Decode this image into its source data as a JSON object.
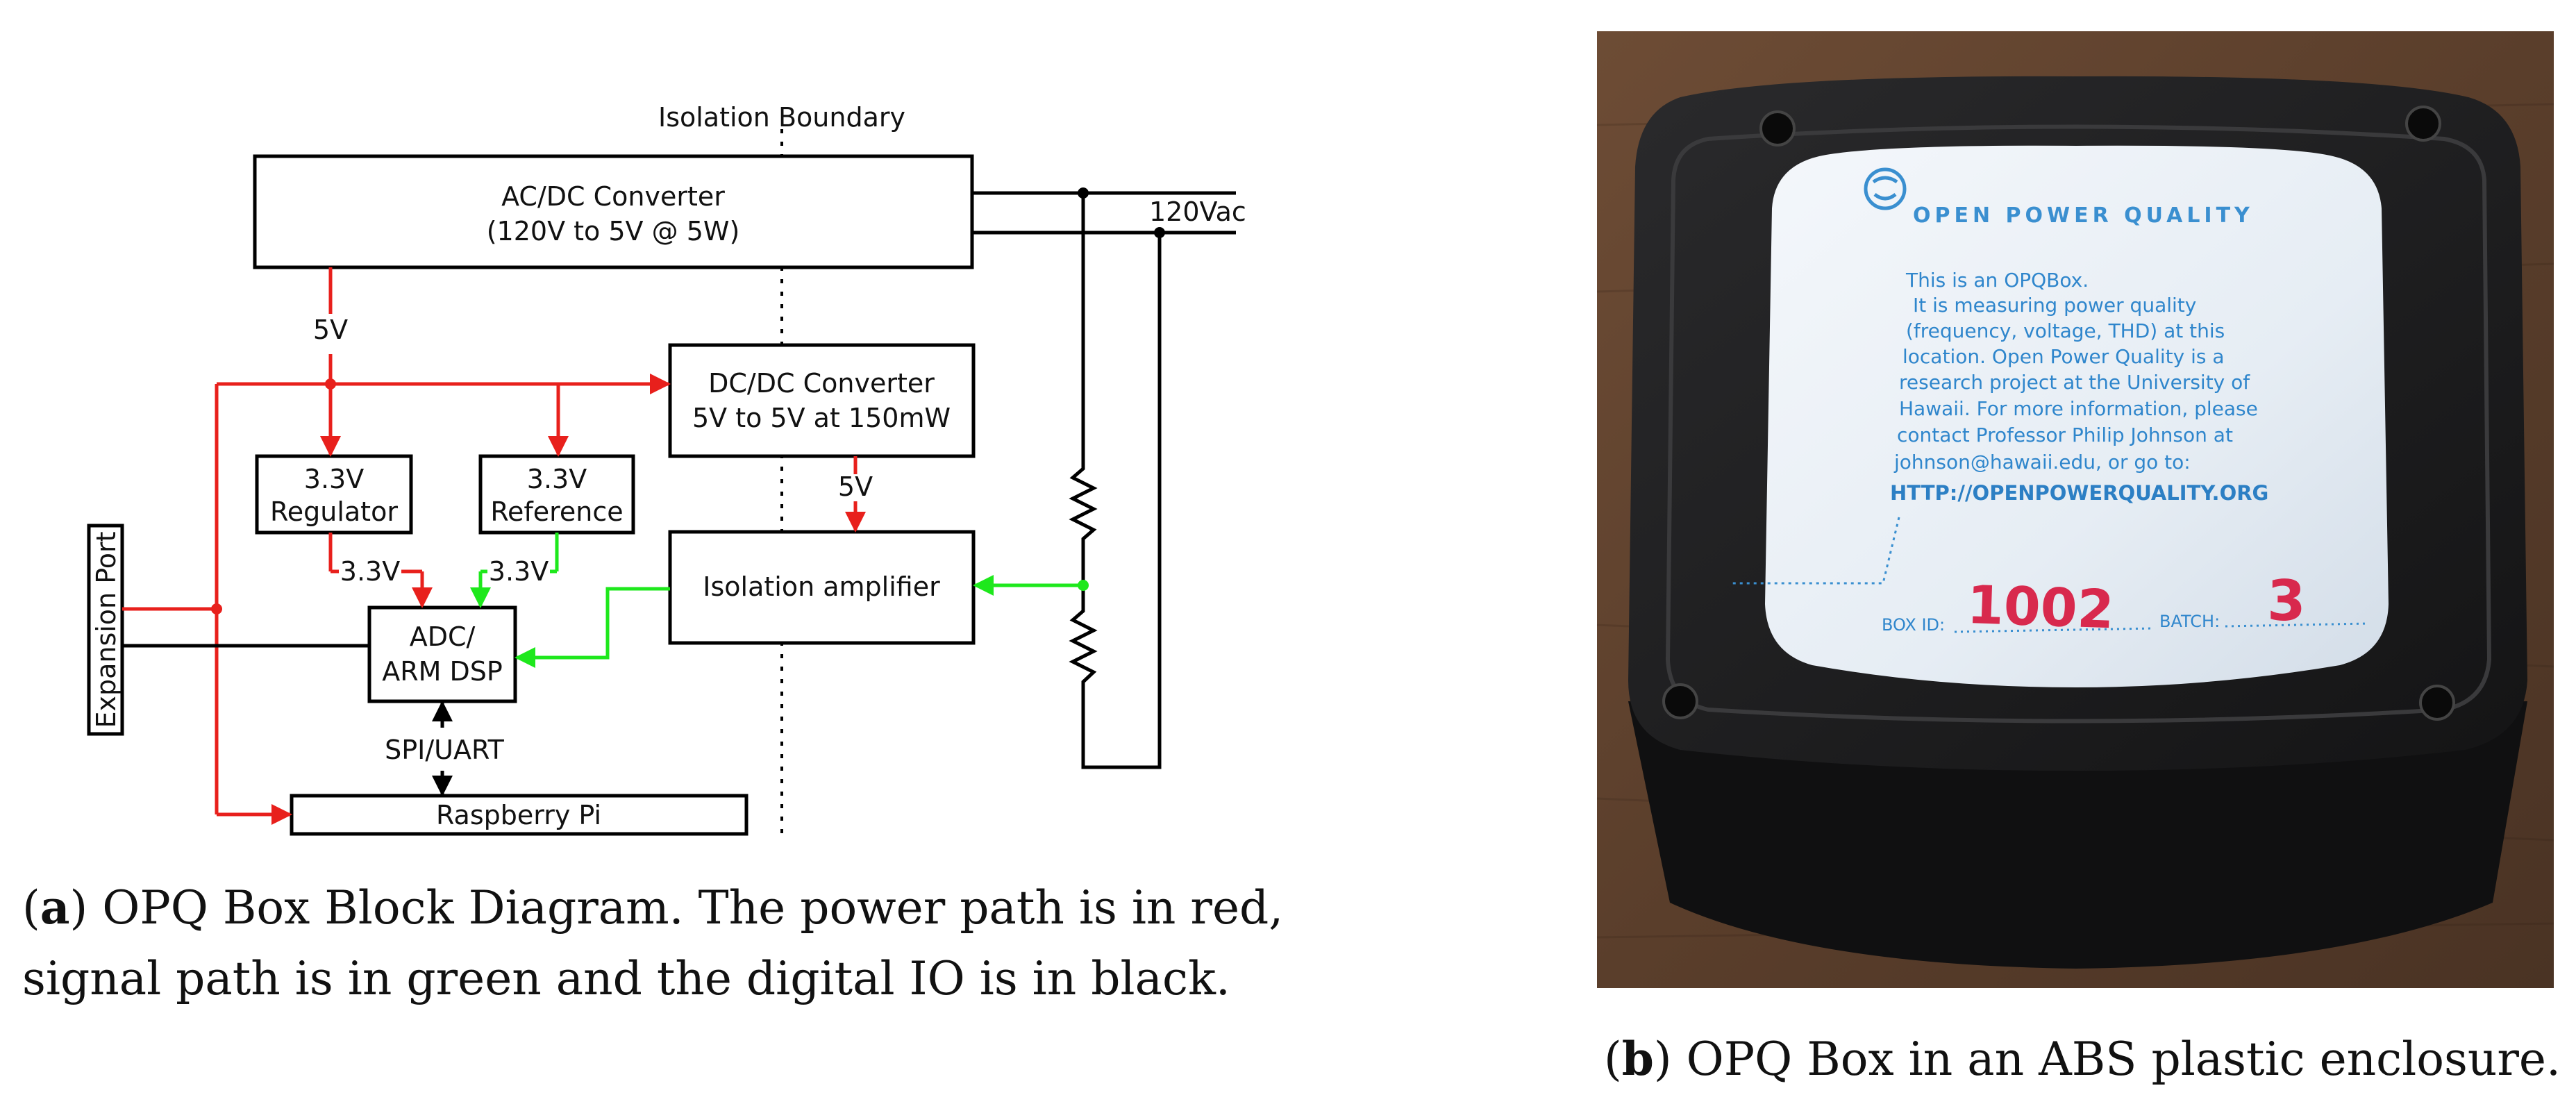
{
  "diagram": {
    "isolation_label": "Isolation Boundary",
    "ac_dc": {
      "line1": "AC/DC Converter",
      "line2": "(120V to 5V @ 5W)"
    },
    "dc_dc": {
      "line1": "DC/DC Converter",
      "line2": "5V to 5V at 150mW"
    },
    "regulator": {
      "line1": "3.3V",
      "line2": "Regulator"
    },
    "reference": {
      "line1": "3.3V",
      "line2": "Reference"
    },
    "isolation_amp": "Isolation amplifier",
    "adc": {
      "line1": "ADC/",
      "line2": "ARM DSP"
    },
    "raspberry_pi": "Raspberry Pi",
    "expansion_port": "Expansion Port",
    "mains_label": "120Vac",
    "label_5v_main": "5V",
    "label_5v_isolated": "5V",
    "label_3v3_regulator": "3.3V",
    "label_3v3_reference": "3.3V",
    "bus_label": "SPI/UART",
    "colors": {
      "power": "#e8201c",
      "signal": "#1ee81c",
      "digital": "#000000"
    }
  },
  "caption_a": {
    "letter": "a",
    "line1": " OPQ Box Block Diagram.  The power path is in red,",
    "line2": "signal path is in green and the digital IO is in black."
  },
  "photo": {
    "sticker": {
      "title": "OPEN POWER QUALITY",
      "body_lines": [
        "This is an OPQBox.",
        "It is measuring power quality",
        "(frequency, voltage, THD) at this",
        "location.  Open Power Quality is a",
        "research project at the University of",
        "Hawaii.  For more information, please",
        "contact Professor Philip Johnson at",
        "johnson@hawaii.edu, or go to:"
      ],
      "url": "HTTP://OPENPOWERQUALITY.ORG",
      "box_id_label": "BOX ID:",
      "box_id_value": "1002",
      "batch_label": "BATCH:",
      "batch_value": "3"
    }
  },
  "caption_b": {
    "letter": "b",
    "text": " OPQ Box in an ABS plastic enclosure."
  }
}
